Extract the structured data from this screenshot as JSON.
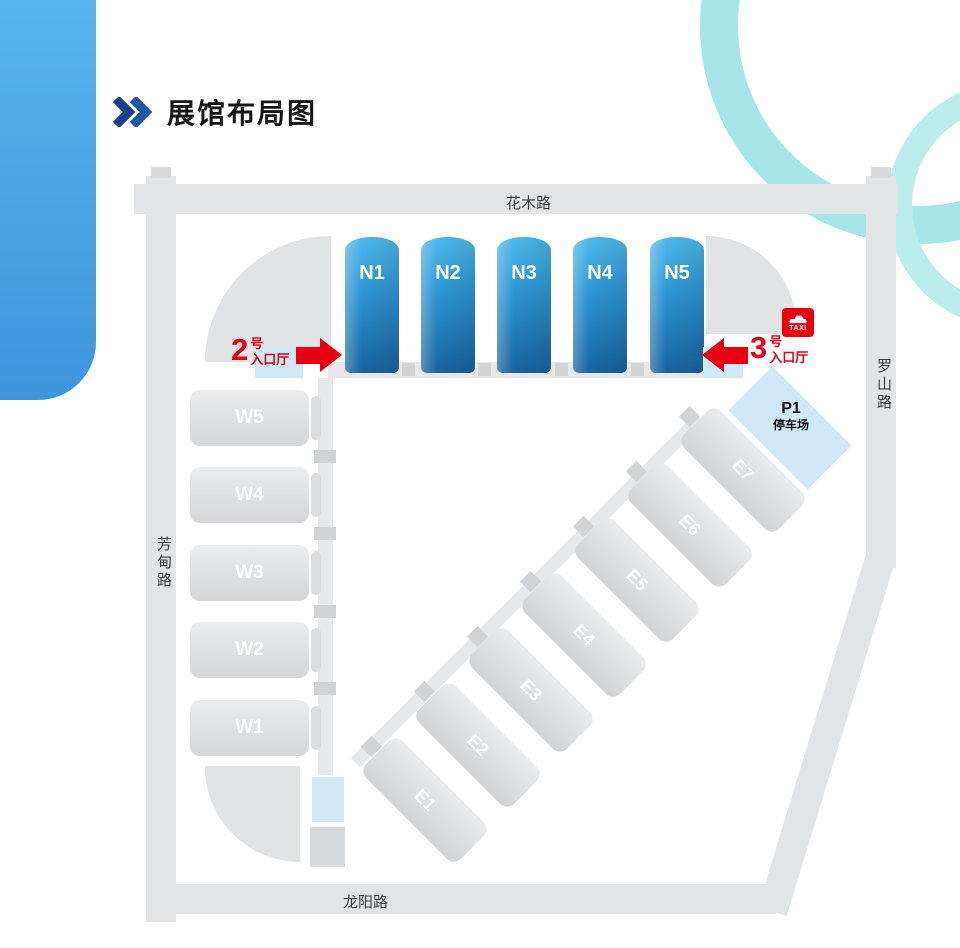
{
  "title": "展馆布局图",
  "roads": {
    "top": "花木路",
    "right": "罗山路",
    "left": "芳甸路",
    "bottom": "龙阳路"
  },
  "halls": {
    "north": [
      "N1",
      "N2",
      "N3",
      "N4",
      "N5"
    ],
    "west": [
      "W5",
      "W4",
      "W3",
      "W2",
      "W1"
    ],
    "east": [
      "E1",
      "E2",
      "E3",
      "E4",
      "E5",
      "E6",
      "E7"
    ]
  },
  "entrance2": {
    "number": "2",
    "unit": "号",
    "hall": "入口厅"
  },
  "entrance3": {
    "number": "3",
    "unit": "号",
    "hall": "入口厅"
  },
  "parking": {
    "code": "P1",
    "label": "停车场"
  },
  "taxi": {
    "label": "TAXI"
  },
  "colors": {
    "accent_red": "#e60012",
    "north_hall_blue": "#2f98d7",
    "light_blue": "#cfe9f6",
    "road_gray": "#e3e4e6",
    "decor_blue": "#46a3e4",
    "decor_teal": "#a6e6e8"
  }
}
